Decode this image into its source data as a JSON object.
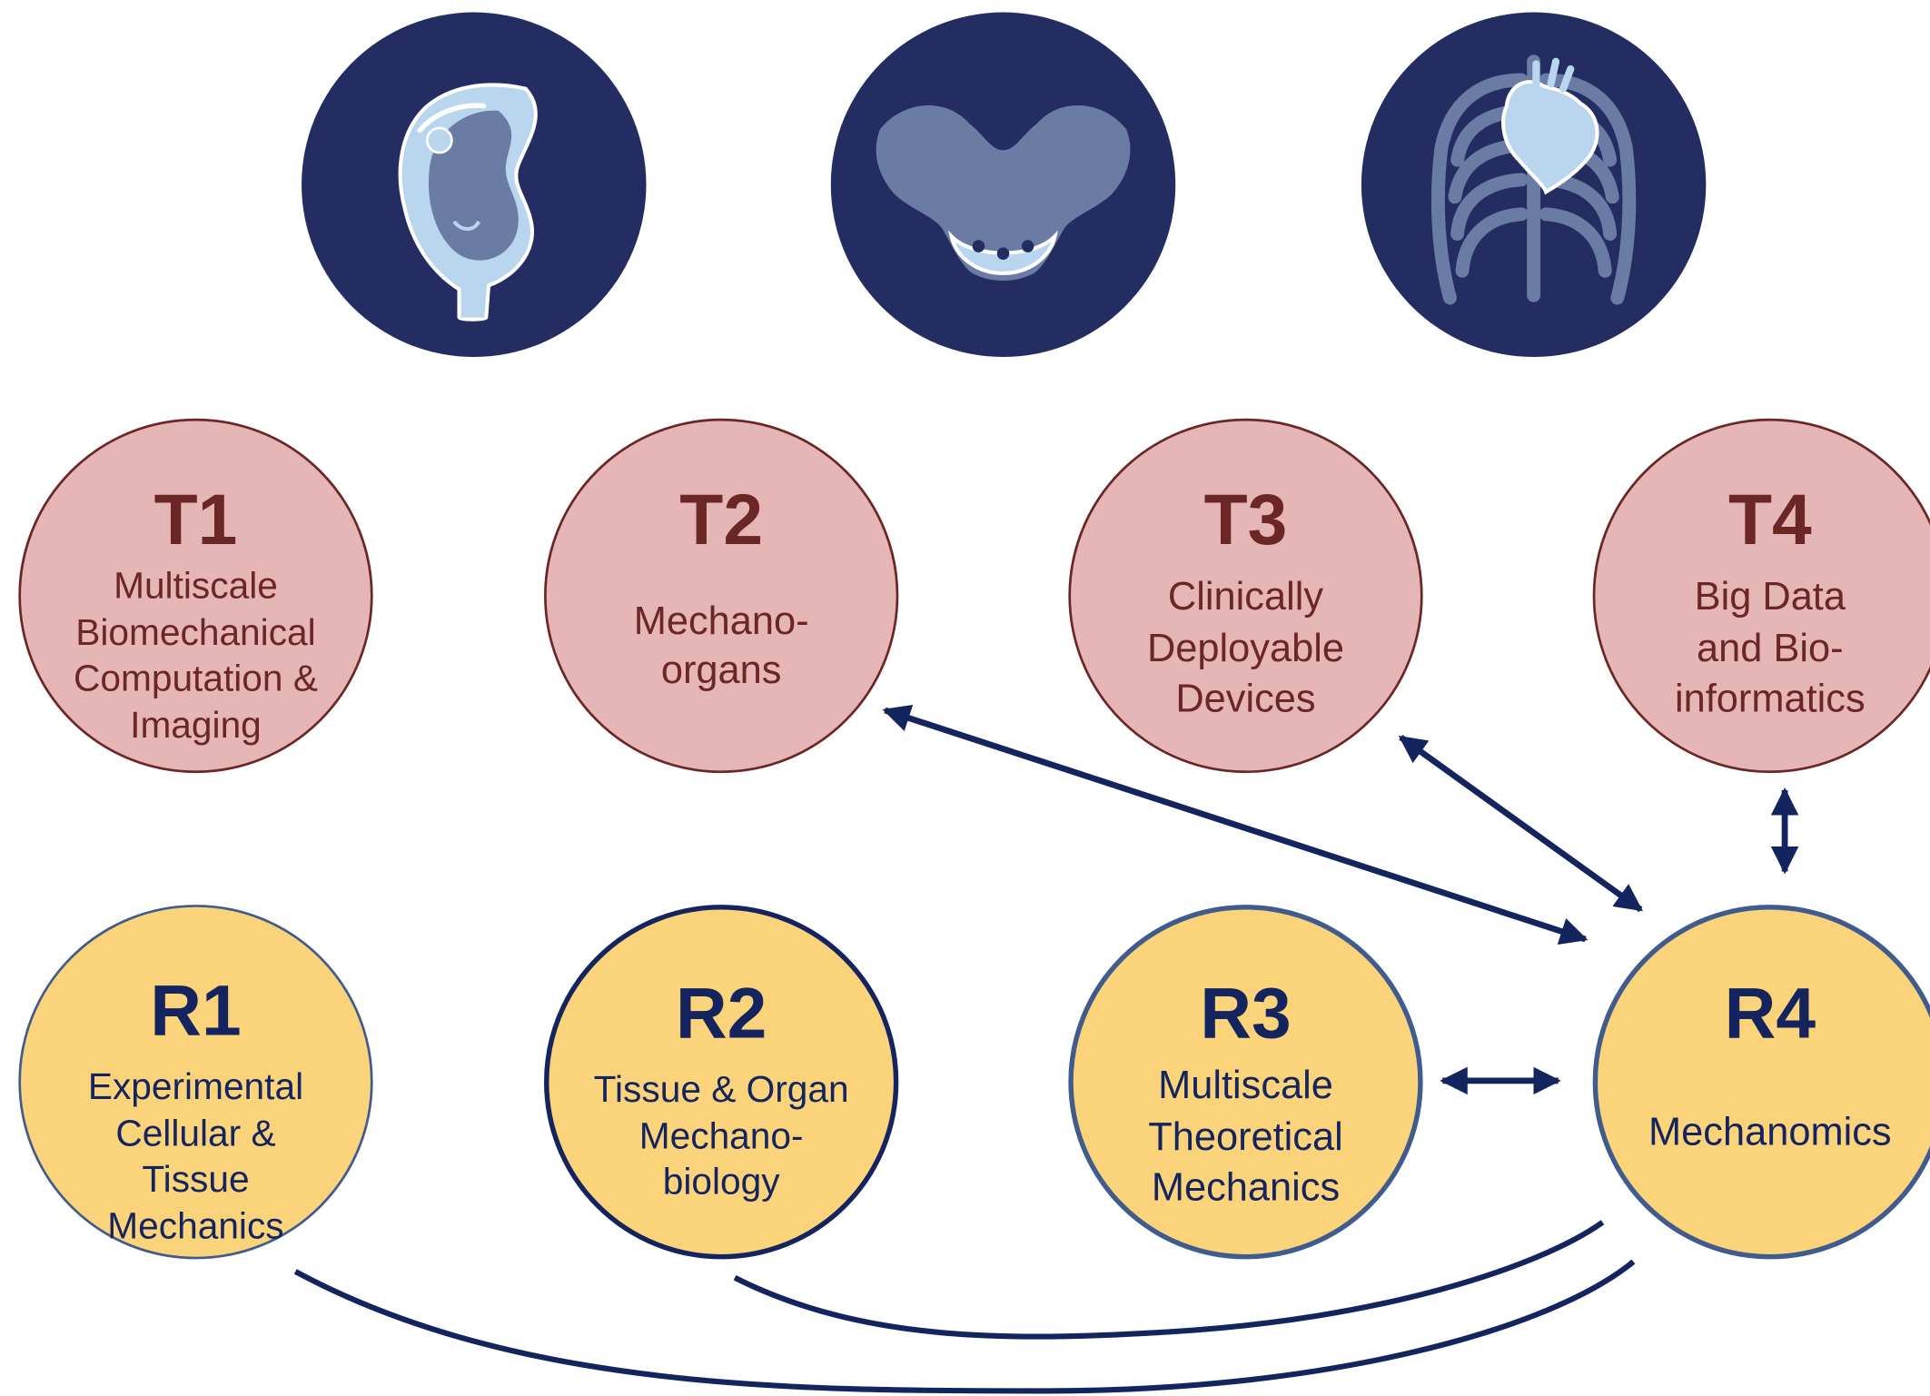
{
  "icons": [
    {
      "name": "embryo-icon"
    },
    {
      "name": "pelvis-icon"
    },
    {
      "name": "ribcage-heart-icon"
    }
  ],
  "themes": [
    {
      "code": "T1",
      "label": [
        "Multiscale",
        "Biomechanical",
        "Computation &",
        "Imaging"
      ]
    },
    {
      "code": "T2",
      "label": [
        "Mechano-",
        "organs"
      ]
    },
    {
      "code": "T3",
      "label": [
        "Clinically",
        "Deployable",
        "Devices"
      ]
    },
    {
      "code": "T4",
      "label": [
        "Big Data",
        "and Bio-",
        "informatics"
      ]
    }
  ],
  "research": [
    {
      "code": "R1",
      "label": [
        "Experimental",
        "Cellular &",
        "Tissue",
        "Mechanics"
      ]
    },
    {
      "code": "R2",
      "label": [
        "Tissue & Organ",
        "Mechano-",
        "biology"
      ]
    },
    {
      "code": "R3",
      "label": [
        "Multiscale",
        "Theoretical",
        "Mechanics"
      ]
    },
    {
      "code": "R4",
      "label": [
        "Mechanomics"
      ]
    }
  ],
  "colors": {
    "icon_bg": "#232d62",
    "theme_fill": "#e6b6b6",
    "theme_border": "#6b2626",
    "research_fill": "#fbd37b",
    "research_text": "#13245e",
    "arrow": "#13245e"
  }
}
